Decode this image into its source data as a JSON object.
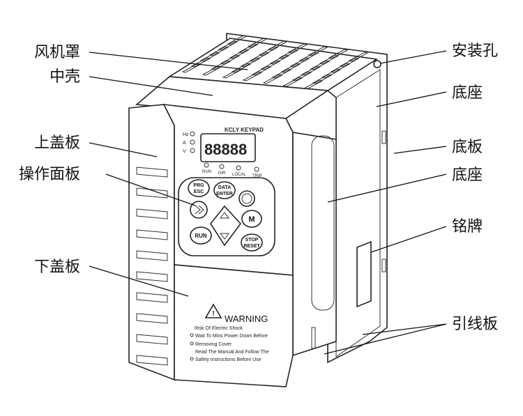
{
  "labels": {
    "fan_cover": "风机罩",
    "middle_shell": "中壳",
    "upper_cover": "上盖板",
    "operation_panel": "操作面板",
    "lower_cover": "下盖板",
    "mounting_hole": "安装孔",
    "base_top": "底座",
    "bottom_plate": "底板",
    "base_mid": "底座",
    "nameplate": "铭牌",
    "lead_board": "引线板"
  },
  "keypad": {
    "brand": "KCLY KEYPAD",
    "display": "88888",
    "unit_labels": [
      "Hz",
      "A",
      "V"
    ],
    "status_labels": [
      "RUN",
      "DIR",
      "LOCAL",
      "TRIP"
    ],
    "keys": {
      "prg": "PRG",
      "esc": "ESC",
      "data": "DATA",
      "enter": "ENTER",
      "run": "RUN",
      "m": "M",
      "stop": "STOP",
      "reset": "RESET"
    }
  },
  "warning": {
    "title": "WARNING",
    "lines": [
      "Risk Of Electric Shock",
      "Wait To Mins Power Down Before",
      "Removing Cover",
      "Read The Manual And Follow The",
      "Safety Instructions Before Use"
    ]
  }
}
